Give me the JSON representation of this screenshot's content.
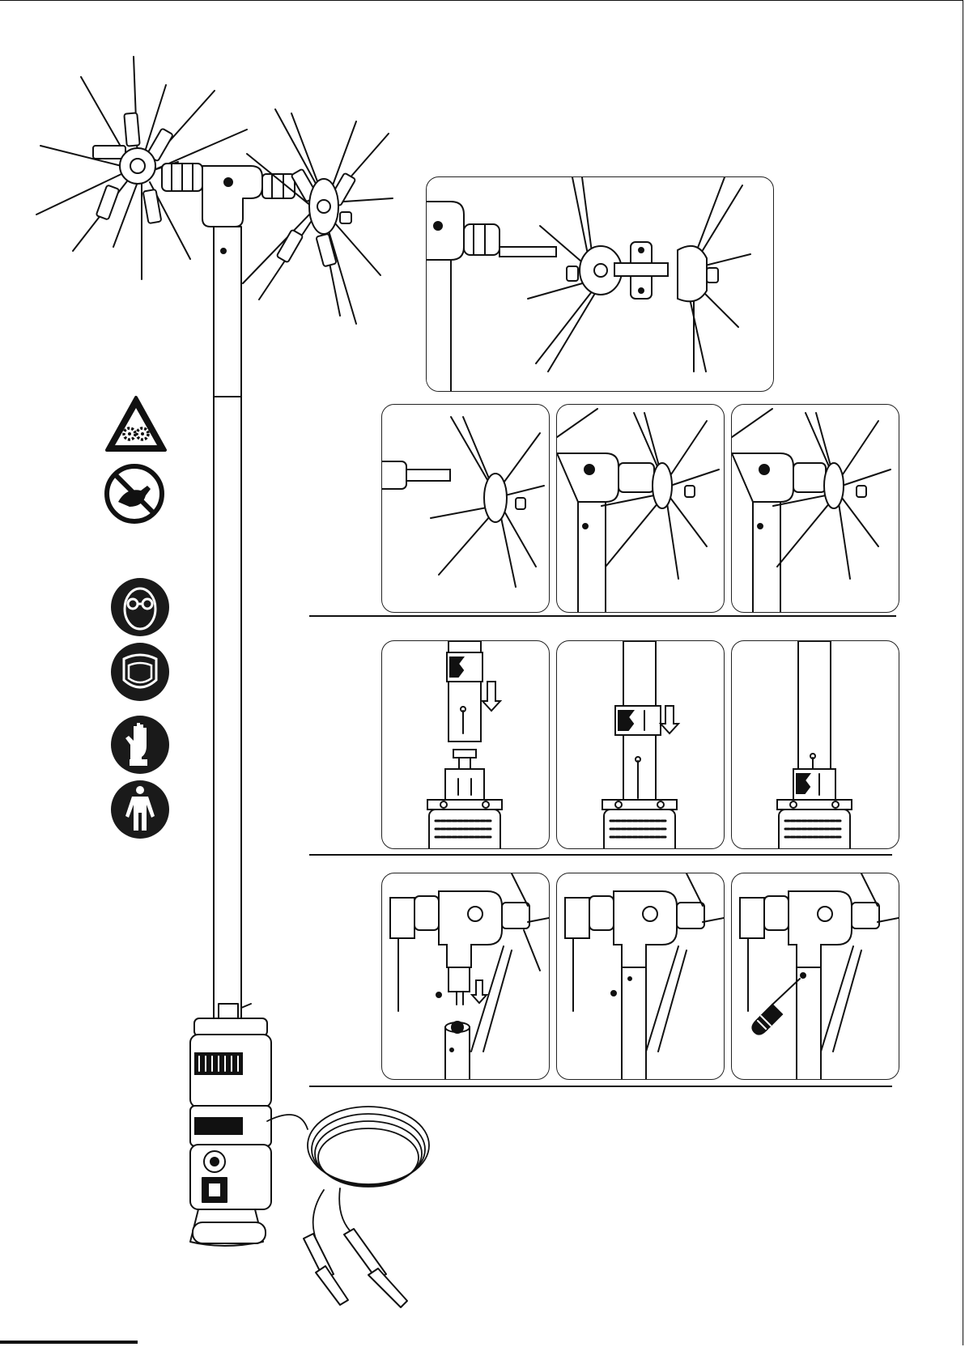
{
  "page": {
    "colors": {
      "ink": "#111111",
      "paper": "#ffffff",
      "sign_fill": "#1a1a1a"
    }
  },
  "safety_icons": [
    {
      "name": "rotating-parts-warning-icon",
      "kind": "warning"
    },
    {
      "name": "no-hand-contact-prohibition-icon",
      "kind": "prohibition"
    },
    {
      "name": "wear-safety-glasses-icon",
      "kind": "mandatory"
    },
    {
      "name": "wear-face-shield-icon",
      "kind": "mandatory"
    },
    {
      "name": "wear-gloves-icon",
      "kind": "mandatory"
    },
    {
      "name": "wear-coveralls-icon",
      "kind": "mandatory"
    }
  ],
  "steps": [
    {
      "name": "step-1-assemble-second-brush-head",
      "panels": [
        "exploded-brush-head-assembly"
      ]
    },
    {
      "name": "step-2-join-brush-heads",
      "panels": [
        "brush-head-join-a",
        "brush-head-join-b",
        "brush-head-join-c"
      ]
    },
    {
      "name": "step-3-attach-shaft-clamp",
      "panels": [
        "clamp-lower-onto-motor",
        "clamp-slide-down",
        "clamp-seated"
      ]
    },
    {
      "name": "step-4-secure-head-to-shaft",
      "panels": [
        "insert-shaft-into-head",
        "head-seated-on-shaft",
        "tighten-screw"
      ]
    }
  ]
}
